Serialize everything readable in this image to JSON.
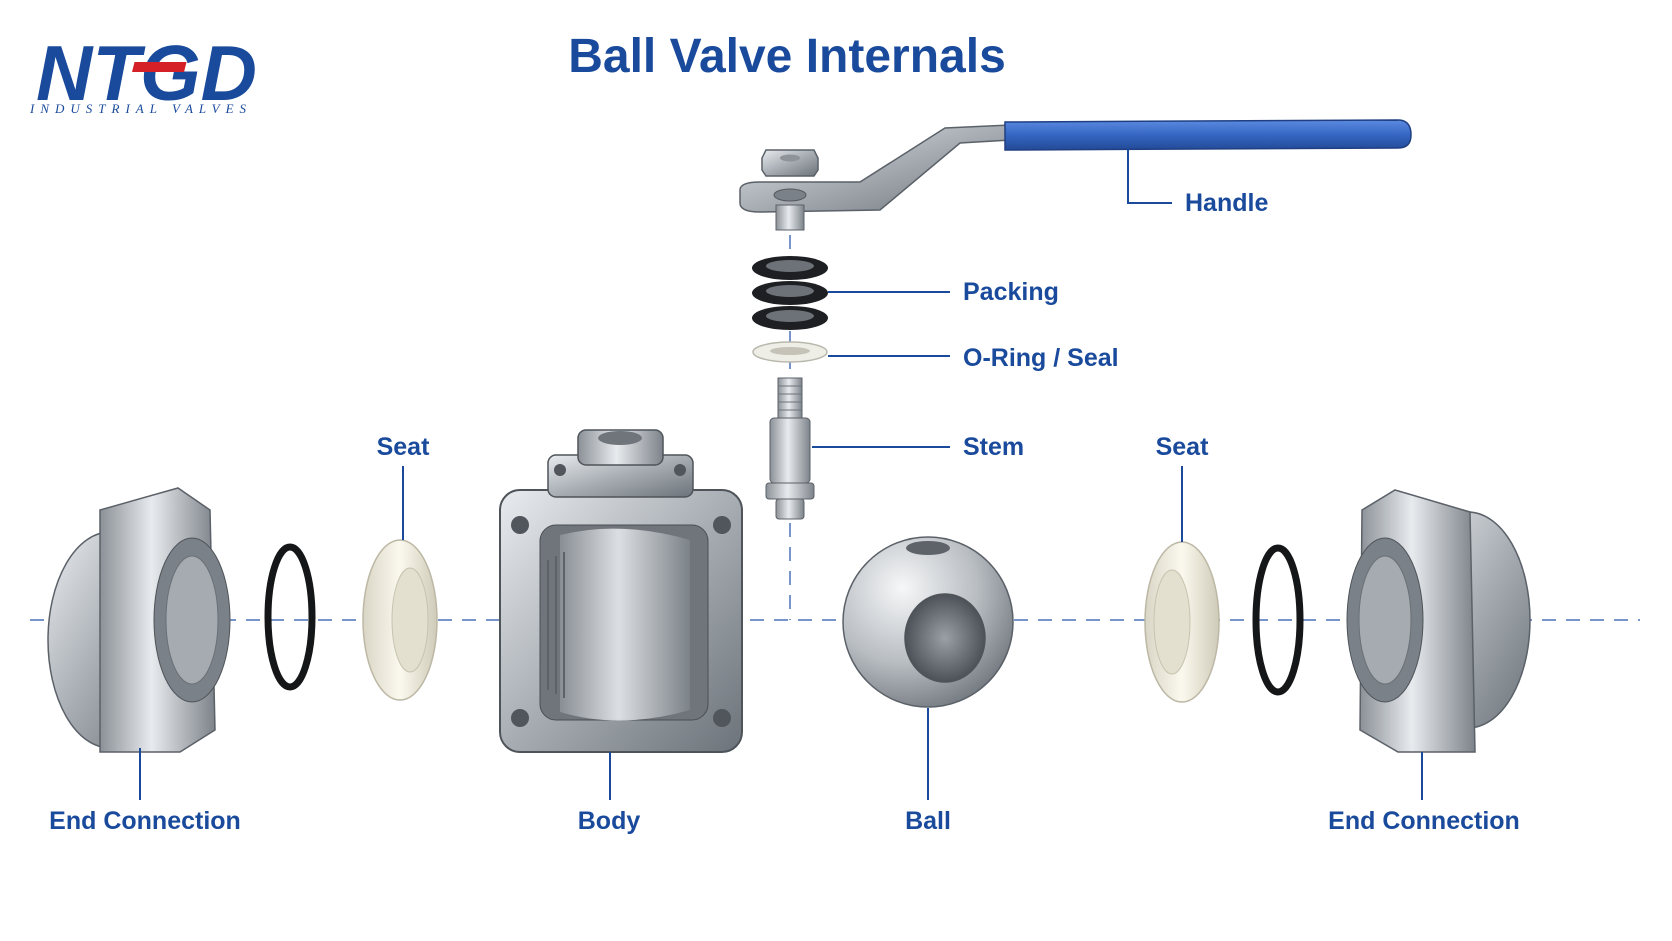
{
  "header": {
    "title": "Ball Valve Internals"
  },
  "logo": {
    "wordmark": "NTGD",
    "tagline": "INDUSTRIAL VALVES"
  },
  "labels": {
    "handle": "Handle",
    "packing": "Packing",
    "oring": "O-Ring / Seal",
    "stem": "Stem",
    "seat_left": "Seat",
    "seat_right": "Seat",
    "end_left": "End Connection",
    "body": "Body",
    "ball": "Ball",
    "end_right": "End Connection"
  },
  "colors": {
    "brand_blue": "#1a4a9c",
    "brand_red": "#d52027",
    "handle_blue": "#3566c2"
  }
}
